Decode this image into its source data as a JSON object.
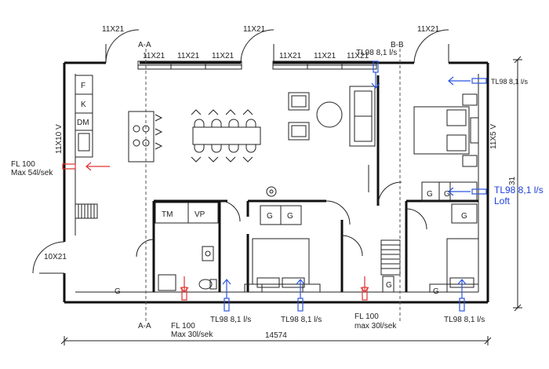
{
  "windows": {
    "top_outer_left": "11X21",
    "top_outer_mid": "11X21",
    "top_outer_right": "11X21",
    "row1_a": "11X21",
    "row1_b": "11X21",
    "row1_c": "11X21",
    "row2_a": "11X21",
    "row2_b": "11X21",
    "row2_c": "11X21",
    "left_side": "11X10 V",
    "right_side": "11X5 V",
    "left_door": "10X21"
  },
  "sections": {
    "a_top": "A-A",
    "a_bottom": "A-A",
    "b_top": "B-B"
  },
  "kitchen": {
    "f": "F",
    "k": "K",
    "dm": "DM"
  },
  "bath": {
    "tm": "TM",
    "vp": "VP"
  },
  "storage": [
    "G",
    "G",
    "G",
    "G",
    "G",
    "G",
    "G",
    "G"
  ],
  "ventilation": {
    "fl_left_title": "FL 100",
    "fl_left_value": "Max 54l/sek",
    "fl_bath_title": "FL 100",
    "fl_bath_value": "Max 30l/sek",
    "fl_mid_title": "FL 100",
    "fl_mid_value": "max 30l/sek",
    "tl_top_center": "TL98 8,1 l/s",
    "tl_top_right": "TL98 8,1 l/s",
    "tl_loft_line1": "TL98 8,1 l/s",
    "tl_loft_line2": "Loft",
    "tl_bottom_1": "TL98 8,1 l/s",
    "tl_bottom_2": "TL98 8,1 l/s",
    "tl_bottom_3": "TL98 8,1 l/s"
  },
  "dimensions": {
    "total_width": "14574",
    "right_height": "31"
  },
  "colors": {
    "supply": "#2b55e0",
    "exhaust": "#e03030",
    "wall": "#111111"
  }
}
